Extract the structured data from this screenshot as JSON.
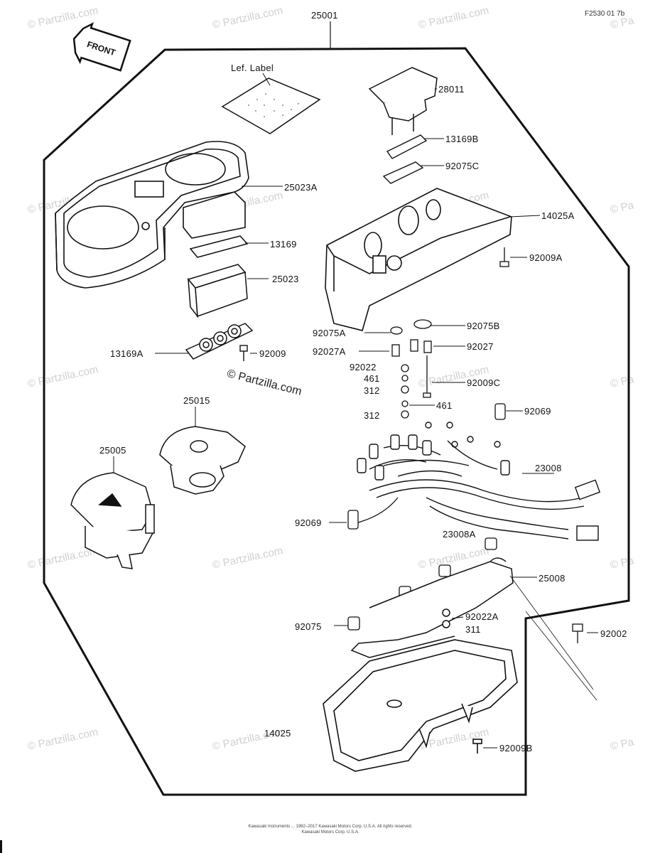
{
  "diagram_code": "F2530 01 7b",
  "front_label": "FRONT",
  "watermark": "© Partzilla.com",
  "copyright_overlay": "© Partzilla.com",
  "footer": {
    "line1": "Kawasaki Instruments ... 1982–2017 Kawasaki Motors Corp. U.S.A. All rights reserved.",
    "line2": "Kawasaki Motors Corp. U.S.A."
  },
  "parts": {
    "assembly": "25001",
    "lef_label": "Lef. Label",
    "p25023a": "25023A",
    "p13169": "13169",
    "p25023": "25023",
    "p13169a": "13169A",
    "p92009": "92009",
    "p28011": "28011",
    "p13169b": "13169B",
    "p92075c": "92075C",
    "p14025a": "14025A",
    "p92009a": "92009A",
    "p92075a": "92075A",
    "p92075b": "92075B",
    "p92027a": "92027A",
    "p92027": "92027",
    "p92022": "92022",
    "p461a": "461",
    "p312a": "312",
    "p92009c": "92009C",
    "p312b": "312",
    "p461b": "461",
    "p92069a": "92069",
    "p25015": "25015",
    "p25005": "25005",
    "p23008": "23008",
    "p92069b": "92069",
    "p23008a": "23008A",
    "p25008": "25008",
    "p92022a": "92022A",
    "p311": "311",
    "p92075": "92075",
    "p92002": "92002",
    "p14025": "14025",
    "p92009b": "92009B"
  }
}
